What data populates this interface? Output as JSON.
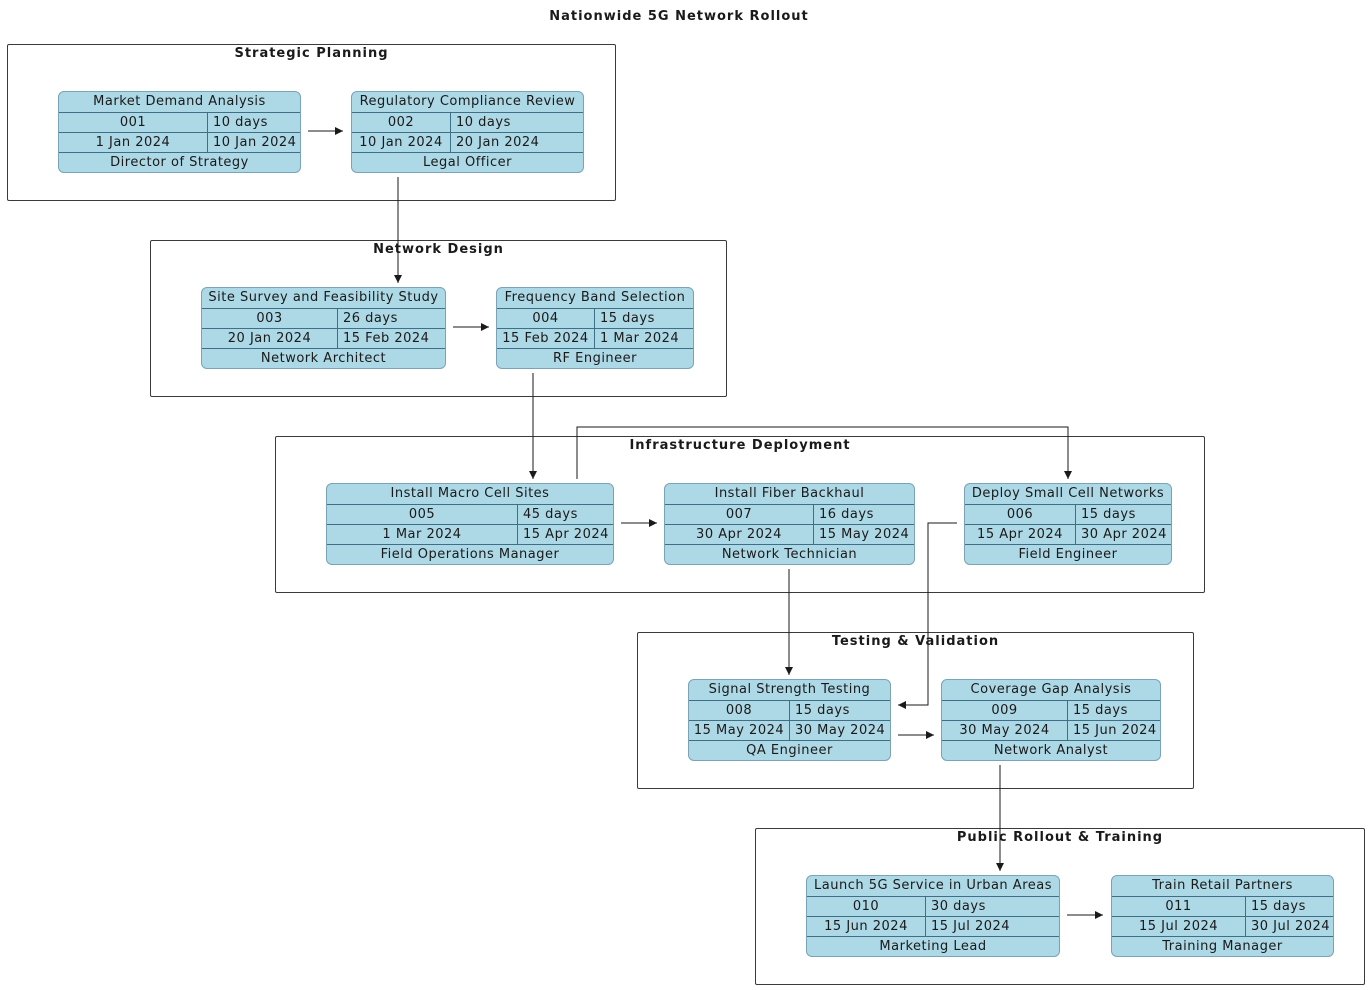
{
  "diagram": {
    "title": "Nationwide 5G Network Rollout"
  },
  "groups": [
    {
      "title": "Strategic Planning"
    },
    {
      "title": "Network Design"
    },
    {
      "title": "Infrastructure Deployment"
    },
    {
      "title": "Testing & Validation"
    },
    {
      "title": "Public Rollout & Training"
    }
  ],
  "tasks": [
    {
      "name": "Market Demand Analysis",
      "id": "001",
      "duration": "10 days",
      "start": "1 Jan 2024",
      "end": "10 Jan 2024",
      "owner": "Director of Strategy"
    },
    {
      "name": "Regulatory Compliance Review",
      "id": "002",
      "duration": "10 days",
      "start": "10 Jan 2024",
      "end": "20 Jan 2024",
      "owner": "Legal Officer"
    },
    {
      "name": "Site Survey and Feasibility Study",
      "id": "003",
      "duration": "26 days",
      "start": "20 Jan 2024",
      "end": "15 Feb 2024",
      "owner": "Network Architect"
    },
    {
      "name": "Frequency Band Selection",
      "id": "004",
      "duration": "15 days",
      "start": "15 Feb 2024",
      "end": "1 Mar 2024",
      "owner": "RF Engineer"
    },
    {
      "name": "Install Macro Cell Sites",
      "id": "005",
      "duration": "45 days",
      "start": "1 Mar 2024",
      "end": "15 Apr 2024",
      "owner": "Field Operations Manager"
    },
    {
      "name": "Install Fiber Backhaul",
      "id": "007",
      "duration": "16 days",
      "start": "30 Apr 2024",
      "end": "15 May 2024",
      "owner": "Network Technician"
    },
    {
      "name": "Deploy Small Cell Networks",
      "id": "006",
      "duration": "15 days",
      "start": "15 Apr 2024",
      "end": "30 Apr 2024",
      "owner": "Field Engineer"
    },
    {
      "name": "Signal Strength Testing",
      "id": "008",
      "duration": "15 days",
      "start": "15 May 2024",
      "end": "30 May 2024",
      "owner": "QA Engineer"
    },
    {
      "name": "Coverage Gap Analysis",
      "id": "009",
      "duration": "15 days",
      "start": "30 May 2024",
      "end": "15 Jun 2024",
      "owner": "Network Analyst"
    },
    {
      "name": "Launch 5G Service in Urban Areas",
      "id": "010",
      "duration": "30 days",
      "start": "15 Jun 2024",
      "end": "15 Jul 2024",
      "owner": "Marketing Lead"
    },
    {
      "name": "Train Retail Partners",
      "id": "011",
      "duration": "15 days",
      "start": "15 Jul 2024",
      "end": "30 Jul 2024",
      "owner": "Training Manager"
    }
  ],
  "dependencies": [
    {
      "from": "001",
      "to": "002"
    },
    {
      "from": "002",
      "to": "003"
    },
    {
      "from": "003",
      "to": "004"
    },
    {
      "from": "004",
      "to": "005"
    },
    {
      "from": "005",
      "to": "006"
    },
    {
      "from": "005",
      "to": "007"
    },
    {
      "from": "007",
      "to": "008"
    },
    {
      "from": "006",
      "to": "008"
    },
    {
      "from": "008",
      "to": "009"
    },
    {
      "from": "009",
      "to": "010"
    },
    {
      "from": "010",
      "to": "011"
    }
  ],
  "colors": {
    "task_fill": "#add8e6",
    "task_border": "#3f6f86",
    "line": "#1a1a1a"
  }
}
